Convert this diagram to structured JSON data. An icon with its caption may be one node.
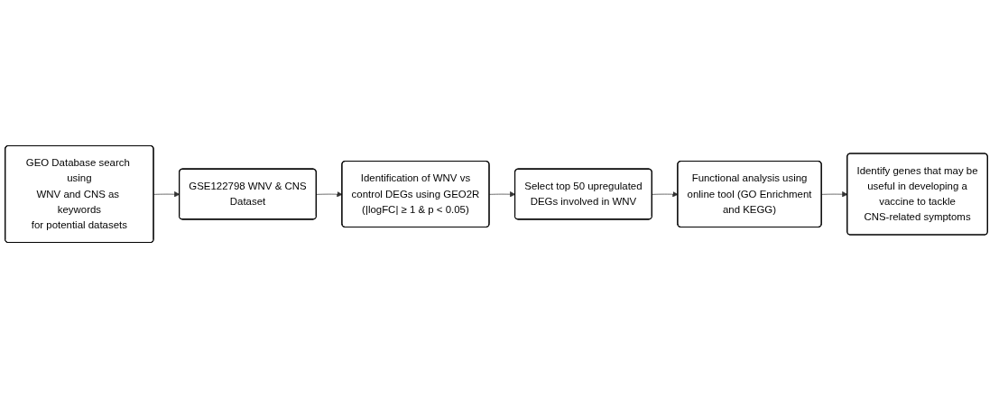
{
  "diagram": {
    "nodes": [
      {
        "text": [
          "GEO Database search using WNV and CNS as keywords for potential datasets"
        ]
      },
      {
        "text": [
          "GSE122798 WNV & CNS Dataset"
        ]
      },
      {
        "text": [
          "Identification of WNV vs control DEGs using GEO2R (|logFC| ≥ 1 & p < 0.05)"
        ]
      },
      {
        "text": [
          "Select top 50 upregulated DEGs involved in WNV"
        ]
      },
      {
        "text": [
          "Functional analysis using online tool (GO Enrichment and KEGG)"
        ]
      },
      {
        "text": [
          "Identify genes that may be useful in developing a vaccine to tackle CNS-related symptoms"
        ]
      }
    ],
    "edges": [
      {
        "from": 0,
        "to": 1,
        "arrow": "to"
      },
      {
        "from": 1,
        "to": 2,
        "arrow": "to"
      },
      {
        "from": 2,
        "to": 3,
        "arrow": "to"
      },
      {
        "from": 3,
        "to": 4,
        "arrow": "to"
      },
      {
        "from": 4,
        "to": 5,
        "arrow": "to"
      }
    ]
  }
}
